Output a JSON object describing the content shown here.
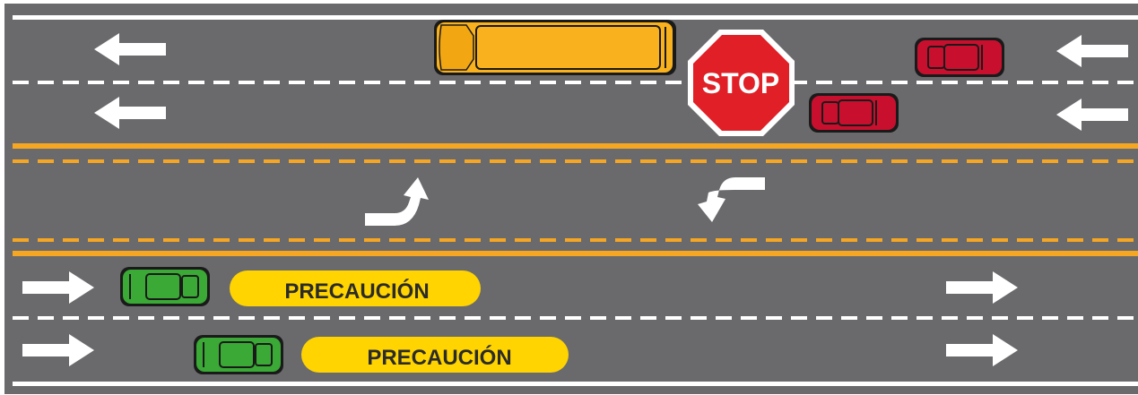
{
  "scene": {
    "road_color": "#6a6a6d",
    "edge_line_color": "#ffffff",
    "center_line_color": "#f5a623",
    "stop_sign": {
      "text": "STOP",
      "color": "#e01f26"
    },
    "school_bus": {
      "color": "#f9b21d",
      "direction": "left"
    },
    "stopped_cars_color": "#c8102e",
    "moving_cars_color": "#3aa935",
    "caution_labels": [
      {
        "text": "PRECAUCIÓN"
      },
      {
        "text": "PRECAUCIÓN"
      }
    ],
    "caution_color": "#ffd400",
    "lane_arrows": {
      "westbound": [
        "arrow-left",
        "arrow-left",
        "arrow-left",
        "arrow-left"
      ],
      "eastbound": [
        "arrow-right",
        "arrow-right",
        "arrow-right",
        "arrow-right"
      ],
      "turn_lane": [
        "turn-left-arrow",
        "turn-left-arrow"
      ]
    }
  }
}
